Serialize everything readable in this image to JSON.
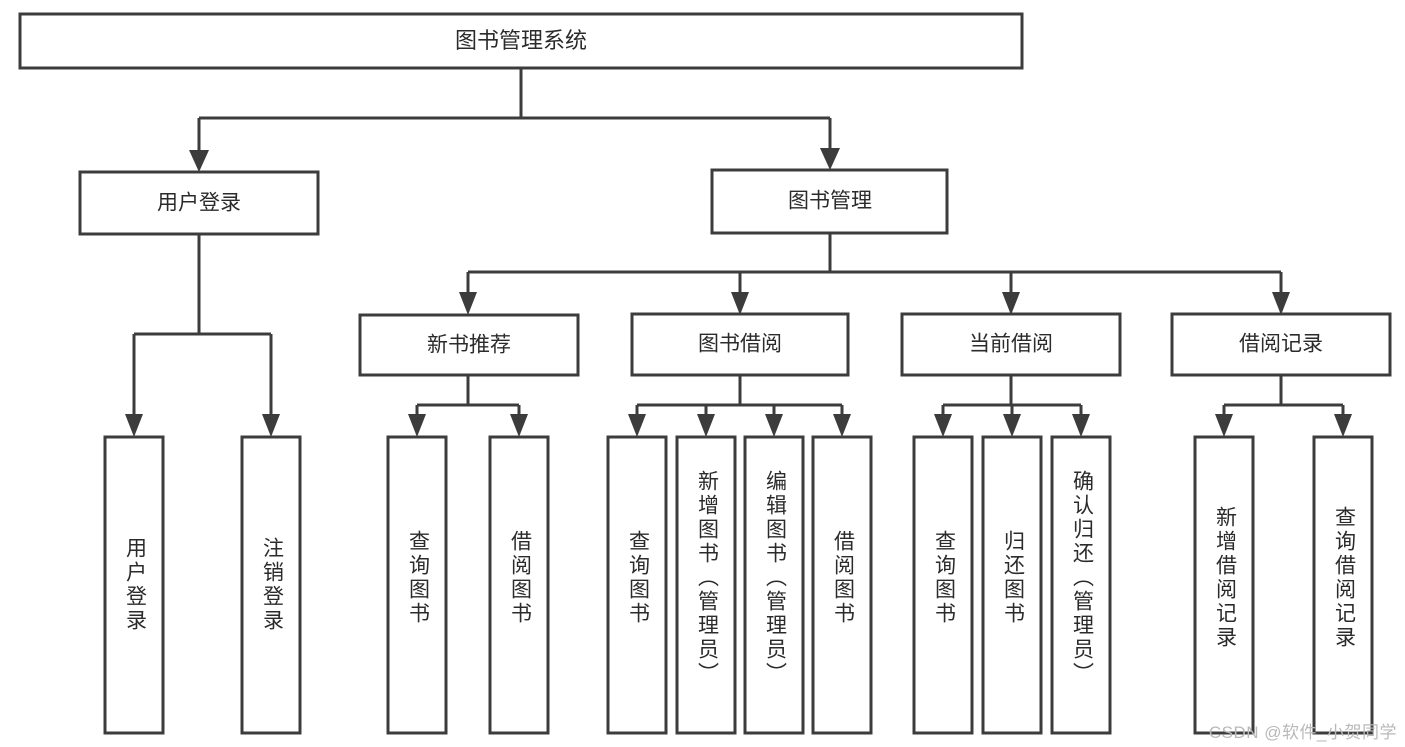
{
  "diagram": {
    "type": "tree",
    "title_node": {
      "id": "root",
      "label": "图书管理系统"
    },
    "level2": [
      {
        "id": "user-login",
        "label": "用户登录"
      },
      {
        "id": "book-management",
        "label": "图书管理"
      }
    ],
    "level3": [
      {
        "id": "new-book-recommend",
        "label": "新书推荐",
        "parent": "book-management"
      },
      {
        "id": "book-borrow",
        "label": "图书借阅",
        "parent": "book-management"
      },
      {
        "id": "current-borrow",
        "label": "当前借阅",
        "parent": "book-management"
      },
      {
        "id": "borrow-record",
        "label": "借阅记录",
        "parent": "book-management"
      }
    ],
    "leaves": [
      {
        "id": "leaf-user-login",
        "label": "用户登录",
        "parent": "user-login"
      },
      {
        "id": "leaf-logout",
        "label": "注销登录",
        "parent": "user-login"
      },
      {
        "id": "leaf-query-book-1",
        "label": "查询图书",
        "parent": "new-book-recommend"
      },
      {
        "id": "leaf-borrow-book-1",
        "label": "借阅图书",
        "parent": "new-book-recommend"
      },
      {
        "id": "leaf-query-book-2",
        "label": "查询图书",
        "parent": "book-borrow"
      },
      {
        "id": "leaf-add-book",
        "label": "新增图书（管理员）",
        "parent": "book-borrow"
      },
      {
        "id": "leaf-edit-book",
        "label": "编辑图书（管理员）",
        "parent": "book-borrow"
      },
      {
        "id": "leaf-borrow-book-2",
        "label": "借阅图书",
        "parent": "book-borrow"
      },
      {
        "id": "leaf-query-book-3",
        "label": "查询图书",
        "parent": "current-borrow"
      },
      {
        "id": "leaf-return-book",
        "label": "归还图书",
        "parent": "current-borrow"
      },
      {
        "id": "leaf-confirm-return",
        "label": "确认归还（管理员）",
        "parent": "current-borrow"
      },
      {
        "id": "leaf-add-record",
        "label": "新增借阅记录",
        "parent": "borrow-record"
      },
      {
        "id": "leaf-query-record",
        "label": "查询借阅记录",
        "parent": "borrow-record"
      }
    ]
  },
  "watermark": {
    "text": "CSDN @软件_小贺同学"
  },
  "colors": {
    "stroke": "#3c3c3c",
    "box_fill": "#ffffff",
    "text": "#2b2b2b",
    "watermark": "#b9b9b9",
    "background": "#ffffff"
  }
}
